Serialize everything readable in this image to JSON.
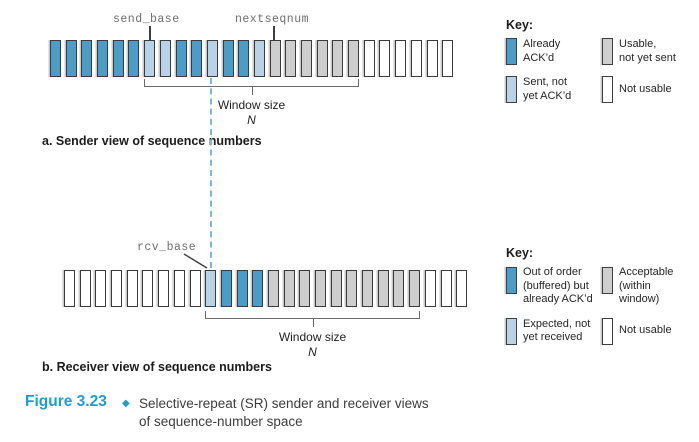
{
  "colors": {
    "dark_blue": "#4a9cc9",
    "light_blue": "#b8d3e8",
    "gray": "#cecece",
    "white": "#ffffff",
    "box_border": "#3b3b3b",
    "bracket_gray": "#6b6b6b",
    "label_gray": "#6e6e6e",
    "dashed_blue": "#7cb9dd",
    "caption_blue": "#1f9cd6",
    "text_dark": "#1c1c1c"
  },
  "sender": {
    "send_base_label": "send_base",
    "nextseqnum_label": "nextseqnum",
    "boxes": [
      "dark_blue",
      "dark_blue",
      "dark_blue",
      "dark_blue",
      "dark_blue",
      "dark_blue",
      "light_blue",
      "light_blue",
      "dark_blue",
      "dark_blue",
      "light_blue",
      "dark_blue",
      "dark_blue",
      "light_blue",
      "gray",
      "gray",
      "gray",
      "gray",
      "gray",
      "gray",
      "white",
      "white",
      "white",
      "white",
      "white",
      "white"
    ],
    "window_label": "Window size",
    "window_n": "N",
    "section_label": "a. Sender view of sequence numbers"
  },
  "receiver": {
    "rcv_base_label": "rcv_base",
    "boxes": [
      "white",
      "white",
      "white",
      "white",
      "white",
      "white",
      "white",
      "white",
      "white",
      "light_blue",
      "dark_blue",
      "dark_blue",
      "dark_blue",
      "gray",
      "gray",
      "gray",
      "gray",
      "gray",
      "gray",
      "gray",
      "gray",
      "gray",
      "gray",
      "white",
      "white",
      "white"
    ],
    "window_label": "Window size",
    "window_n": "N",
    "section_label": "b. Receiver view of sequence numbers"
  },
  "key_sender": {
    "title": "Key:",
    "items": [
      {
        "color": "dark_blue",
        "label": "Already\nACK’d"
      },
      {
        "color": "gray",
        "label": "Usable,\nnot yet sent"
      },
      {
        "color": "light_blue",
        "label": "Sent, not\nyet ACK’d"
      },
      {
        "color": "white",
        "label": "Not usable"
      }
    ]
  },
  "key_receiver": {
    "title": "Key:",
    "items": [
      {
        "color": "dark_blue",
        "label": "Out of order\n(buffered) but\nalready ACK’d"
      },
      {
        "color": "gray",
        "label": "Acceptable\n(within\nwindow)"
      },
      {
        "color": "light_blue",
        "label": "Expected, not\nyet received"
      },
      {
        "color": "white",
        "label": "Not usable"
      }
    ]
  },
  "caption": {
    "figure_label": "Figure 3.23",
    "diamond": "◆",
    "text": "Selective-repeat (SR) sender and receiver views\nof sequence-number space"
  }
}
